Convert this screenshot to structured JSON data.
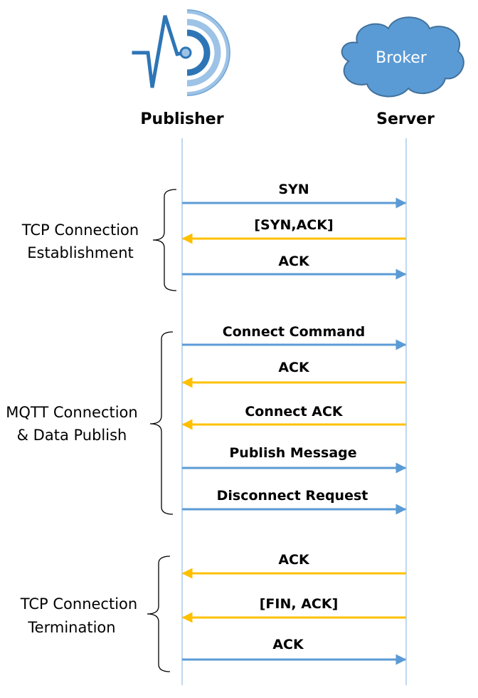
{
  "actors": {
    "publisher": "Publisher",
    "server": "Server",
    "broker": "Broker"
  },
  "phases": [
    {
      "lines": [
        "TCP Connection",
        "Establishment"
      ]
    },
    {
      "lines": [
        "MQTT Connection",
        "& Data Publish"
      ]
    },
    {
      "lines": [
        "TCP Connection",
        "Termination"
      ]
    }
  ],
  "messages": [
    {
      "label": "SYN",
      "direction": "right"
    },
    {
      "label": "[SYN,ACK]",
      "direction": "left"
    },
    {
      "label": "ACK",
      "direction": "right"
    },
    {
      "label": "Connect Command",
      "direction": "right"
    },
    {
      "label": "ACK",
      "direction": "left"
    },
    {
      "label": "Connect ACK",
      "direction": "left"
    },
    {
      "label": "Publish Message",
      "direction": "right"
    },
    {
      "label": "Disconnect Request",
      "direction": "right"
    },
    {
      "label": "ACK",
      "direction": "left"
    },
    {
      "label": "[FIN, ACK]",
      "direction": "left"
    },
    {
      "label": "ACK",
      "direction": "right"
    }
  ],
  "colors": {
    "right_arrow": "#5b9bd5",
    "left_arrow": "#ffc000",
    "lifeline": "#9dc3e6",
    "cloud_fill": "#5b9bd5",
    "cloud_stroke": "#41719c",
    "icon_dark": "#2e75b6",
    "icon_light": "#9dc3e6"
  }
}
